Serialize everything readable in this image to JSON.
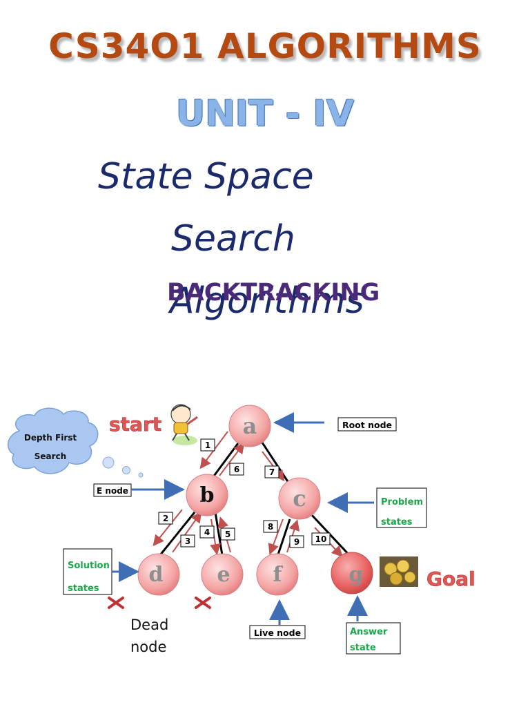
{
  "title": "CS34O1   ALGORITHMS",
  "unit": "UNIT - IV",
  "topic_line1": "State Space",
  "topic_line2": "Search",
  "topic_line3": "Algorithms",
  "overlay": "BACKTRACKING",
  "diagram": {
    "cloud_line1": "Depth First",
    "cloud_line2": "Search",
    "start_label": "start",
    "goal_label": "Goal",
    "nodes": {
      "a": "a",
      "b": "b",
      "c": "c",
      "d": "d",
      "e": "e",
      "f": "f",
      "g": "g"
    },
    "step_numbers": [
      "1",
      "2",
      "3",
      "4",
      "5",
      "6",
      "7",
      "8",
      "9",
      "10"
    ],
    "labels": {
      "root_node": "Root node",
      "e_node": "E node",
      "problem_states_1": "Problem",
      "problem_states_2": "states",
      "solution_states_1": "Solution",
      "solution_states_2": "states",
      "dead_node_1": "Dead",
      "dead_node_2": "node",
      "live_node": "Live node",
      "answer_state_1": "Answer",
      "answer_state_2": "state"
    },
    "colors": {
      "node_fill": "#f3a0a0",
      "node_fill_goal": "#e75a5a",
      "arrow_red": "#c0504d",
      "arrow_blue": "#3f6eb5",
      "green_text": "#1aa84a"
    }
  }
}
